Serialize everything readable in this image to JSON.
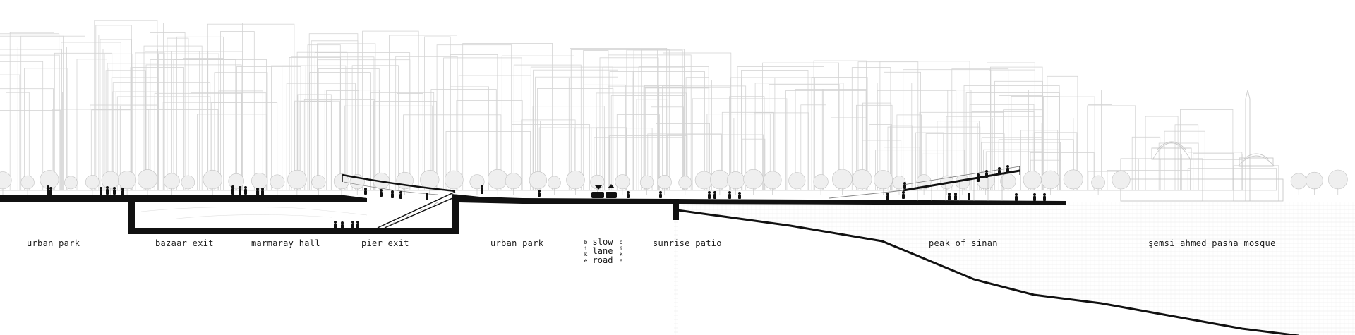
{
  "labels": {
    "urban_park_1": "urban park",
    "bazaar_exit": "bazaar exit",
    "marmaray_hall": "marmaray hall",
    "pier_exit": "pier exit",
    "urban_park_2": "urban park",
    "bike_left": "bike",
    "slow_lane_road": "slow\nlane\nroad",
    "bike_right": "bike",
    "sunrise_patio": "sunrise patio",
    "peak_of_sinan": "peak of sinan",
    "mosque": "şemsi ahmed pasha mosque"
  },
  "colors": {
    "ink": "#111111",
    "background_city": "#cfcfcf",
    "trees": "#bdbdbd",
    "water_hatch": "#e6e6e6"
  }
}
